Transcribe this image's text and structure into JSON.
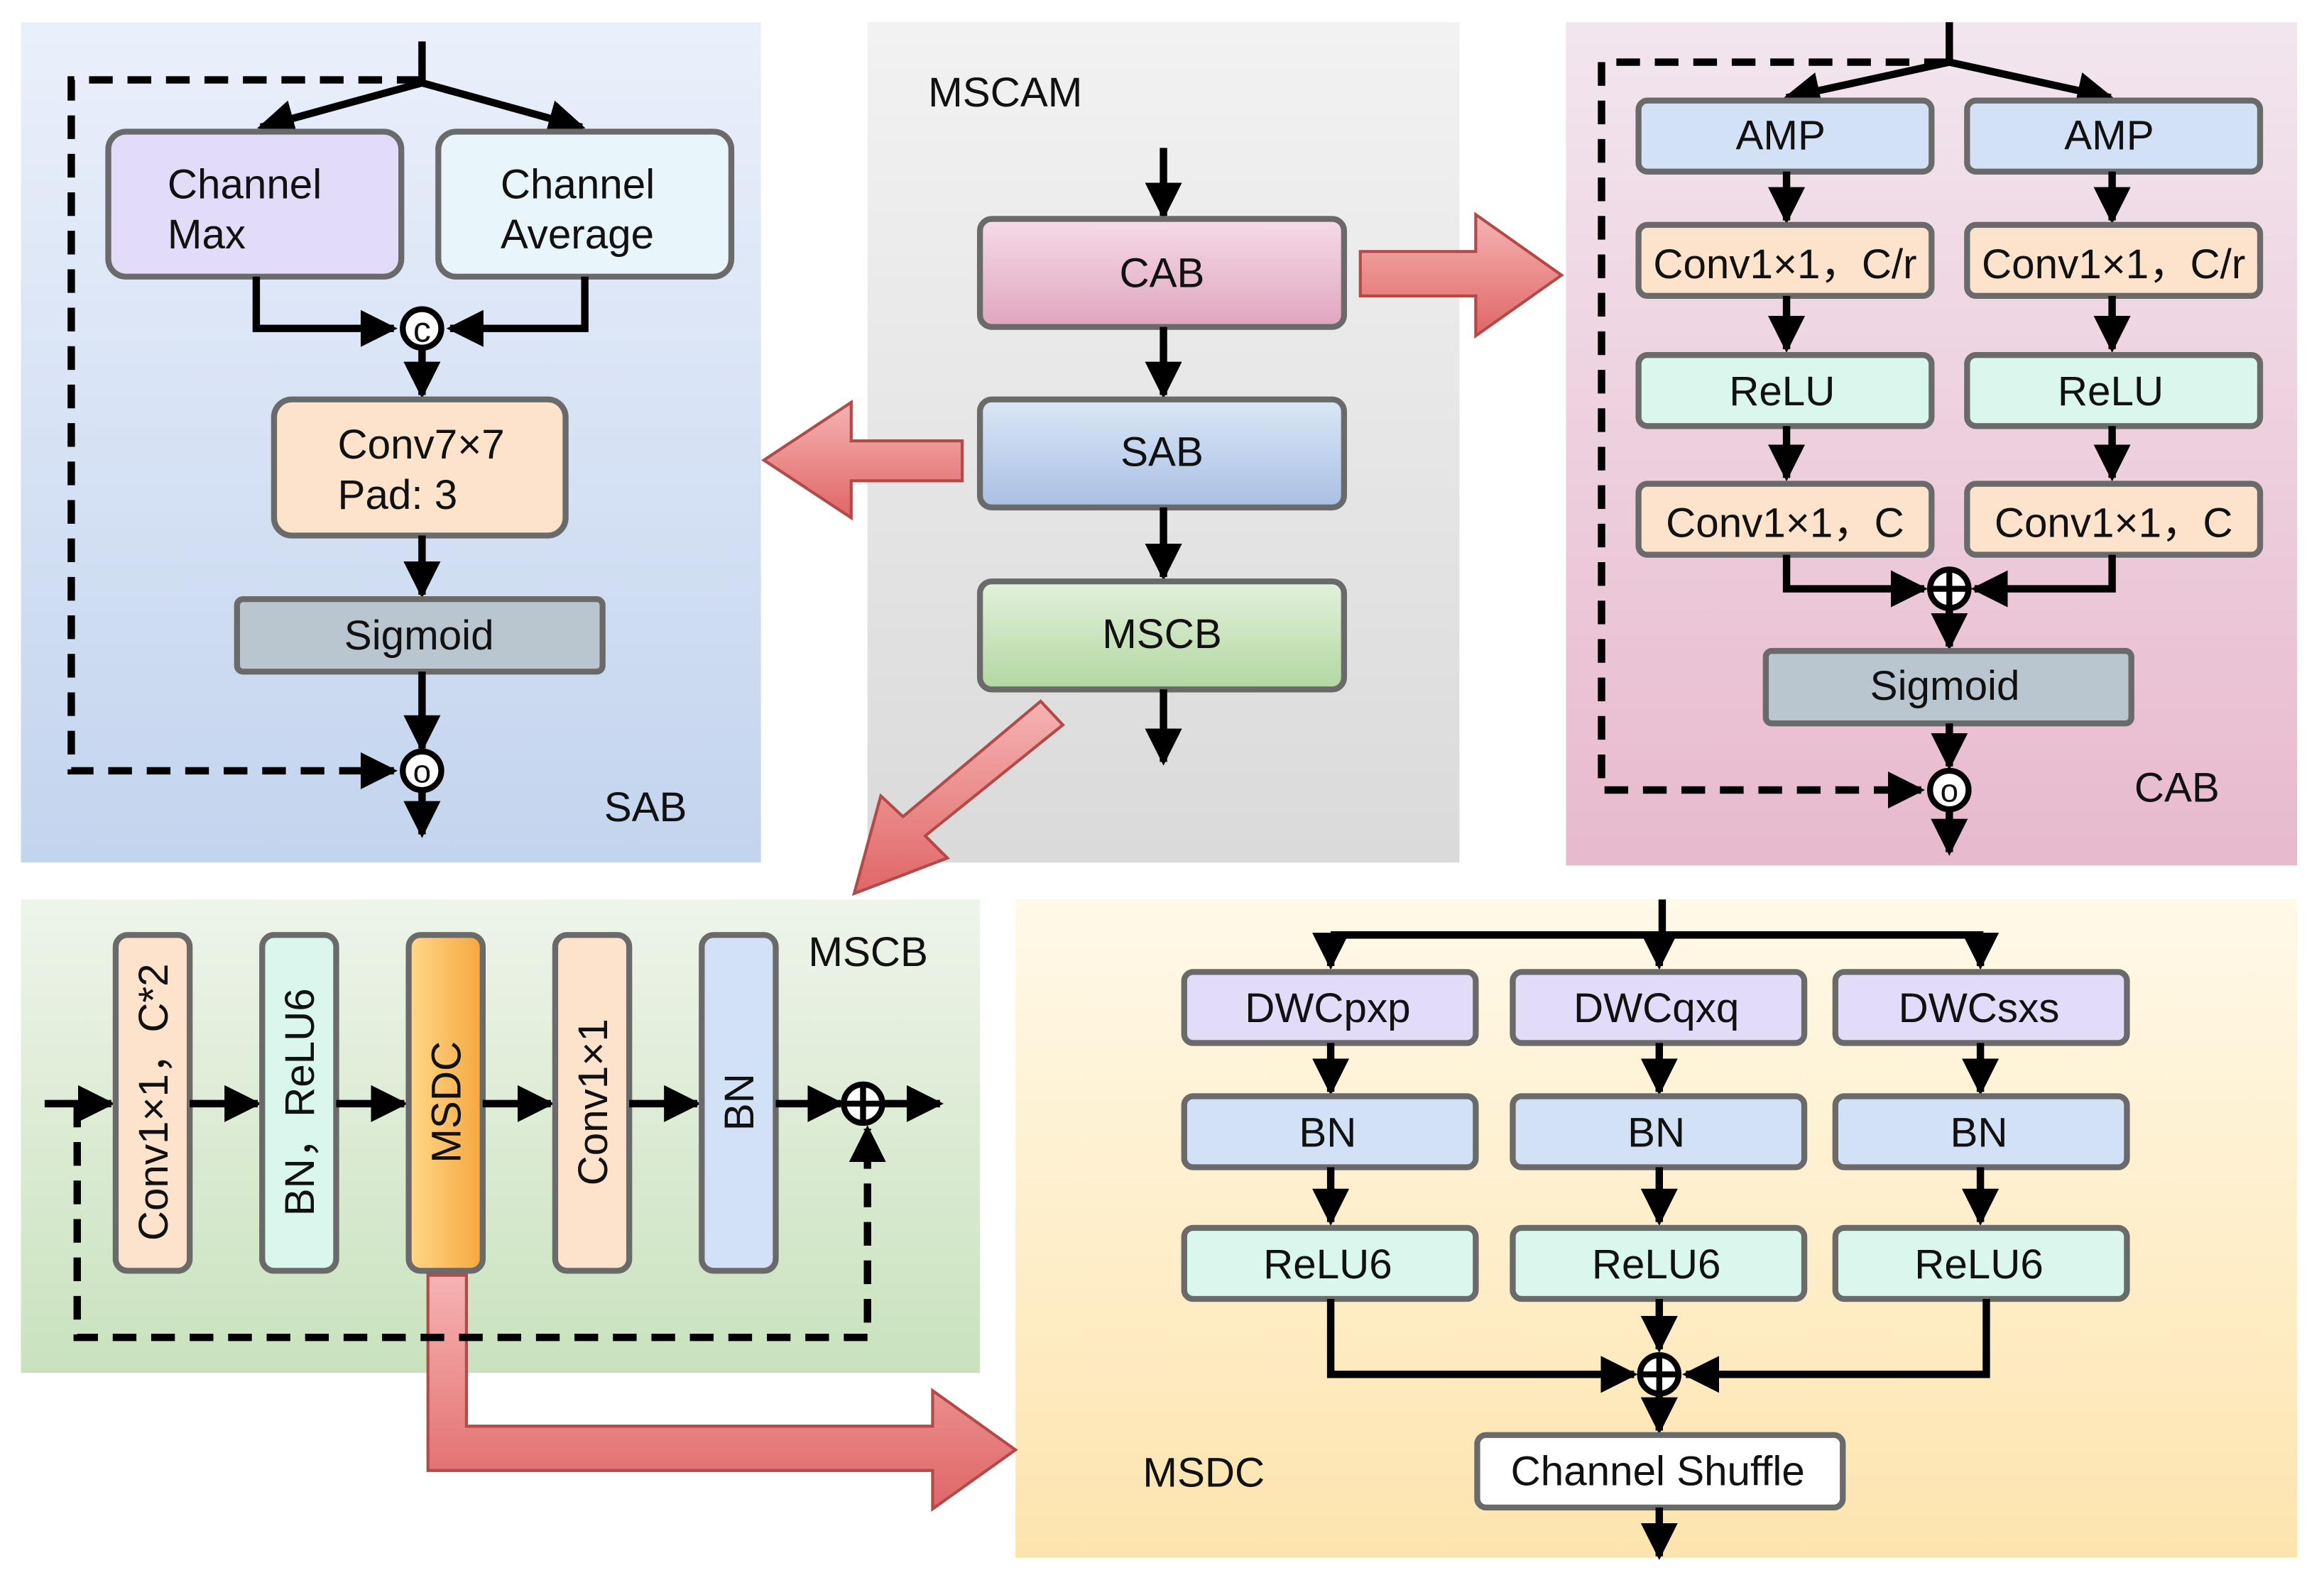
{
  "mscam": {
    "title": "MSCAM",
    "cab": "CAB",
    "sab": "SAB",
    "mscb": "MSCB"
  },
  "sab": {
    "title": "SAB",
    "channel_max": [
      "Channel",
      "Max"
    ],
    "channel_average": [
      "Channel",
      "Average"
    ],
    "concat_symbol": "c",
    "conv": [
      "Conv7×7",
      "Pad: 3"
    ],
    "sigmoid": "Sigmoid",
    "mul_symbol": "o"
  },
  "cab": {
    "title": "CAB",
    "amp_left": "AMP",
    "amp_right": "AMP",
    "conv_reduce_left": "Conv1×1，C/r",
    "conv_reduce_right": "Conv1×1，C/r",
    "relu_left": "ReLU",
    "relu_right": "ReLU",
    "conv_left": "Conv1×1，C",
    "conv_right": "Conv1×1，C",
    "sigmoid": "Sigmoid",
    "mul_symbol": "o"
  },
  "mscb": {
    "title": "MSCB",
    "conv_expand": "Conv1×1，C*2",
    "bn_relu6": "BN，ReLU6",
    "msdc": "MSDC",
    "conv_project": "Conv1×1",
    "bn": "BN"
  },
  "msdc": {
    "title": "MSDC",
    "branches": [
      {
        "dw": "DWCpxp",
        "bn": "BN",
        "relu": "ReLU6"
      },
      {
        "dw": "DWCqxq",
        "bn": "BN",
        "relu": "ReLU6"
      },
      {
        "dw": "DWCsxs",
        "bn": "BN",
        "relu": "ReLU6"
      }
    ],
    "shuffle": "Channel Shuffle"
  },
  "colors": {
    "panel_sab": [
      "#eaf0fb",
      "#c3d4ee"
    ],
    "panel_mscam": [
      "#f2f2f2",
      "#dadada"
    ],
    "panel_cab": [
      "#f2e6ee",
      "#e8b9cd"
    ],
    "panel_mscb": [
      "#eef4ea",
      "#c9e2bd"
    ],
    "panel_msdc": [
      "#fff9e8",
      "#fde4ae"
    ],
    "purple": "#e3dcf8",
    "light_cyan": "#e8f6fb",
    "peach": "#fde3cb",
    "gray": "#b9c6d0",
    "blue": "#d3e1f6",
    "mint": "#d9f7ec",
    "arrow_red": "#e67272"
  }
}
